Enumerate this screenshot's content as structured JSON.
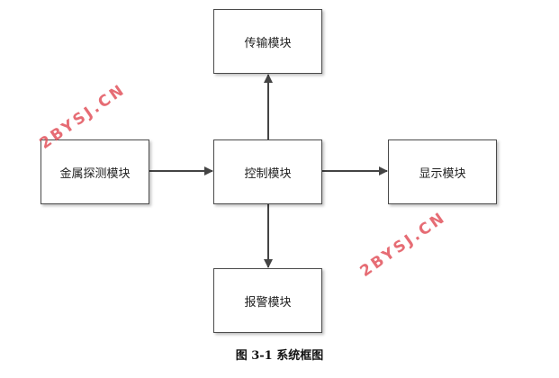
{
  "diagram": {
    "nodes": {
      "transmission": "传输模块",
      "detection": "金属探测模块",
      "control": "控制模块",
      "display": "显示模块",
      "alarm": "报警模块"
    },
    "edges": [
      {
        "from": "detection",
        "to": "control"
      },
      {
        "from": "control",
        "to": "transmission"
      },
      {
        "from": "control",
        "to": "display"
      },
      {
        "from": "control",
        "to": "alarm"
      }
    ],
    "caption": "图 3-1  系统框图"
  },
  "watermarks": [
    "2BYSJ.CN",
    "2BYSJ.CN"
  ],
  "colors": {
    "border": "#4a4a4a",
    "arrow": "#444444",
    "watermark": "#e2535c"
  }
}
